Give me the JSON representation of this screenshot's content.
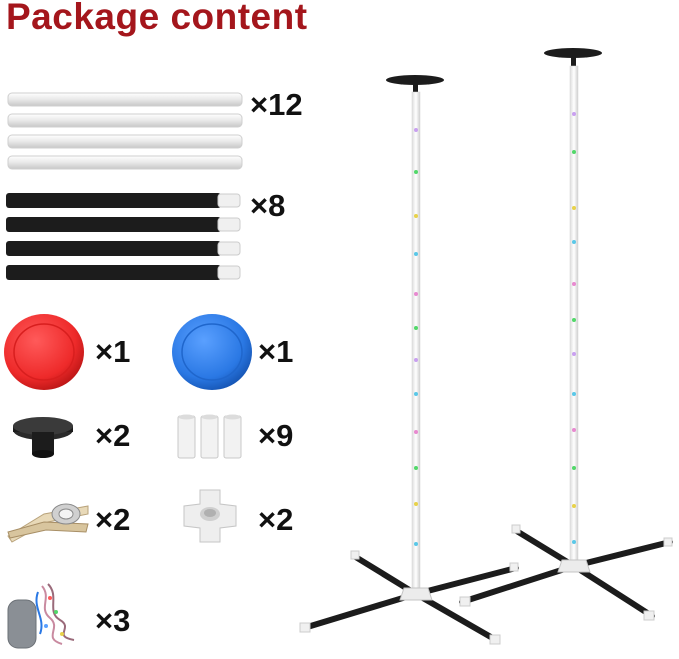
{
  "title": "Package content",
  "items": {
    "white_tubes": {
      "quantity": "×12"
    },
    "black_tubes": {
      "quantity": "×8"
    },
    "red_disc": {
      "quantity": "×1"
    },
    "blue_disc": {
      "quantity": "×1"
    },
    "black_cap": {
      "quantity": "×2"
    },
    "white_connector": {
      "quantity": "×9"
    },
    "clip": {
      "quantity": "×2"
    },
    "cross_connector": {
      "quantity": "×2"
    },
    "light_string": {
      "quantity": "×3"
    }
  },
  "colors": {
    "title": "#a4161c",
    "red_disc": "#ee2a2a",
    "blue_disc": "#2a78e4",
    "black": "#1c1c1c"
  }
}
